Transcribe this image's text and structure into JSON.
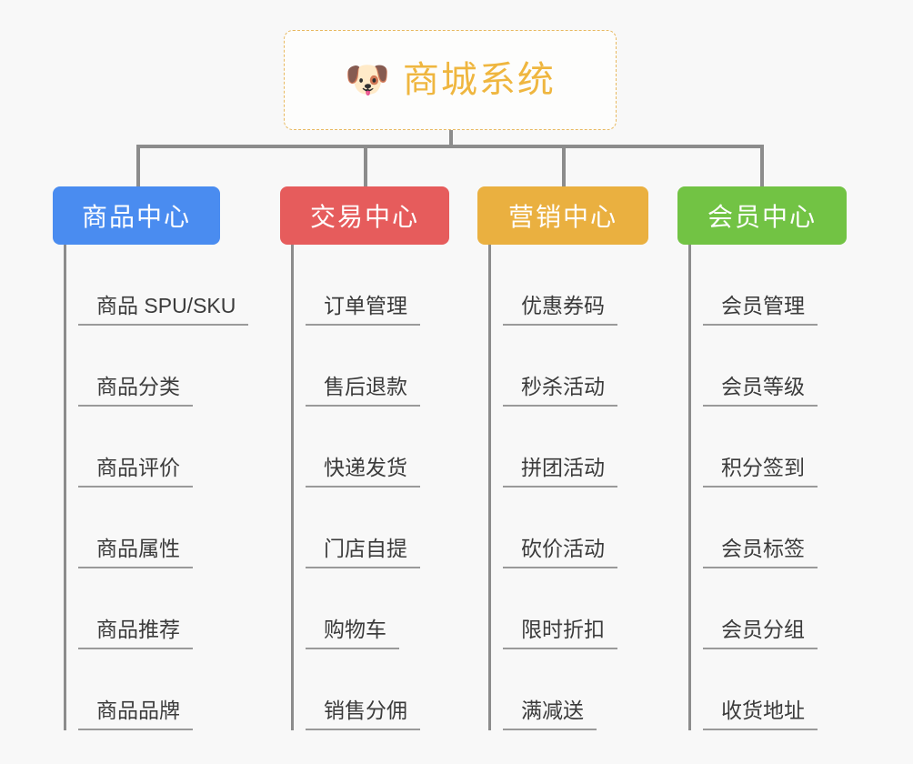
{
  "background_color": "#f8f8f8",
  "root": {
    "icon": "dog-face-emoji",
    "emoji": "🐶",
    "title": "商城系统",
    "border_color": "#e8b960",
    "text_color": "#efb63f"
  },
  "connector_color": "#8c8c8c",
  "columns": [
    {
      "id": "product-center",
      "title": "商品中心",
      "color": "#4a8cf0",
      "items": [
        "商品 SPU/SKU",
        "商品分类",
        "商品评价",
        "商品属性",
        "商品推荐",
        "商品品牌"
      ]
    },
    {
      "id": "trade-center",
      "title": "交易中心",
      "color": "#e65c5c",
      "items": [
        "订单管理",
        "售后退款",
        "快递发货",
        "门店自提",
        "购物车",
        "销售分佣"
      ]
    },
    {
      "id": "marketing-center",
      "title": "营销中心",
      "color": "#eab040",
      "items": [
        "优惠券码",
        "秒杀活动",
        "拼团活动",
        "砍价活动",
        "限时折扣",
        "满减送"
      ]
    },
    {
      "id": "member-center",
      "title": "会员中心",
      "color": "#72c344",
      "items": [
        "会员管理",
        "会员等级",
        "积分签到",
        "会员标签",
        "会员分组",
        "收货地址"
      ]
    }
  ]
}
